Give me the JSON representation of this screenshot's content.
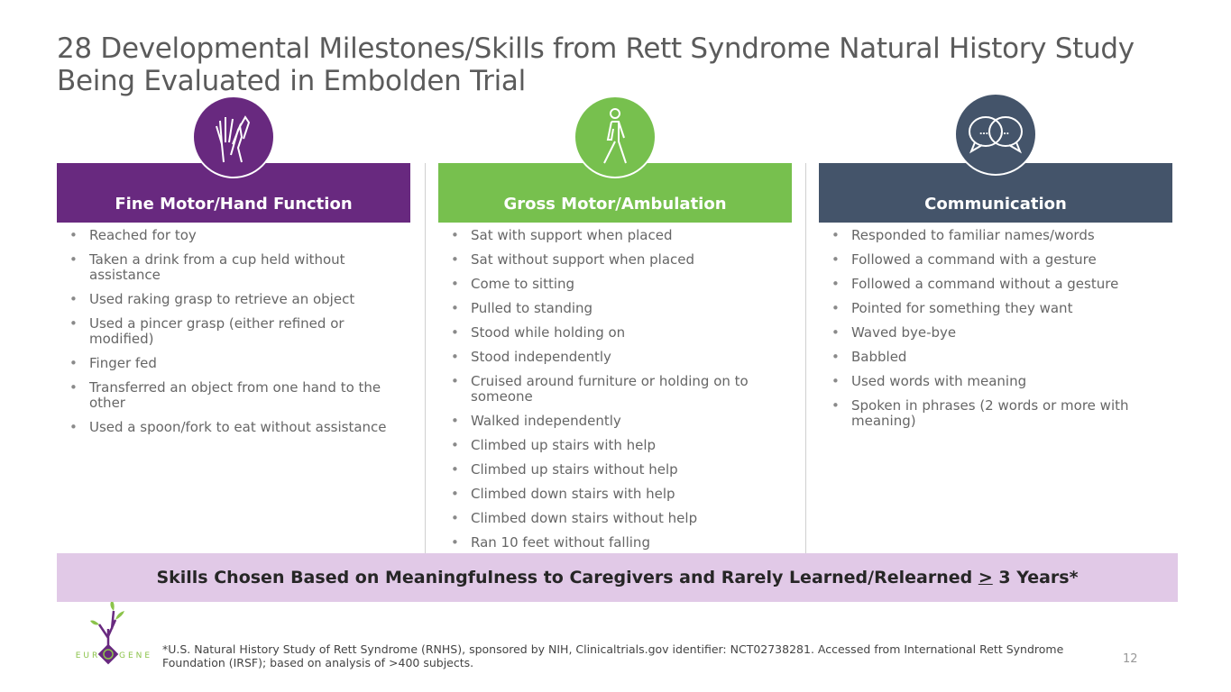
{
  "title": "28 Developmental Milestones/Skills from Rett Syndrome Natural History Study Being Evaluated in Embolden Trial",
  "columns": [
    {
      "heading": "Fine Motor/Hand Function",
      "icon": "hand-icon",
      "color": "#68297f",
      "items": [
        "Reached for toy",
        "Taken a drink from a cup held without assistance",
        "Used raking grasp to retrieve an object",
        "Used a pincer grasp (either refined or modified)",
        "Finger fed",
        "Transferred an object from one hand to the other",
        "Used a spoon/fork to eat without assistance"
      ]
    },
    {
      "heading": "Gross Motor/Ambulation",
      "icon": "walking-person-icon",
      "color": "#77c04e",
      "items": [
        "Sat with support when placed",
        "Sat without support when placed",
        "Come to sitting",
        "Pulled to standing",
        "Stood while holding on",
        "Stood independently",
        "Cruised around furniture or holding on to someone",
        "Walked independently",
        "Climbed up stairs with help",
        "Climbed up stairs without help",
        "Climbed down stairs with help",
        "Climbed down stairs without help",
        "Ran 10 feet without falling"
      ]
    },
    {
      "heading": "Communication",
      "icon": "speech-bubbles-icon",
      "color": "#44546a",
      "items": [
        "Responded to familiar names/words",
        "Followed a command with a gesture",
        "Followed a command without a gesture",
        "Pointed for something they want",
        "Waved bye-bye",
        "Babbled",
        "Used words with meaning",
        "Spoken in phrases (2 words or more with meaning)"
      ]
    }
  ],
  "banner": {
    "pre": "Skills Chosen Based on Meaningfulness to Caregivers and Rarely Learned/Relearned ",
    "ge": ">",
    "post": " 3 Years*"
  },
  "footnote": "*U.S. Natural History Study of Rett Syndrome (RNHS), sponsored by NIH, Clinicaltrials.gov identifier: NCT02738281. Accessed from International Rett Syndrome Foundation (IRSF); based on analysis of >400 subjects.",
  "logo": "NEUROGENE",
  "page_number": "12"
}
